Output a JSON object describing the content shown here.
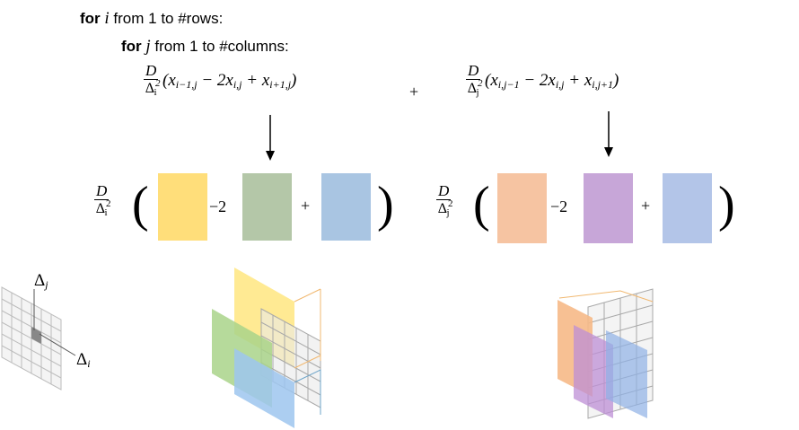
{
  "loops": {
    "outer": {
      "keyword": "for",
      "var": "i",
      "text": "from 1 to #rows:"
    },
    "inner": {
      "keyword": "for",
      "var": "j",
      "text": "from 1 to #columns:"
    }
  },
  "equation": {
    "left": {
      "num": "D",
      "den_base": "Δ",
      "den_sup": "2",
      "den_sub": "i",
      "body": "(x_{i−1,j} − 2x_{i,j} + x_{i+1,j})"
    },
    "plus": "+",
    "right": {
      "num": "D",
      "den_base": "Δ",
      "den_sup": "2",
      "den_sub": "j",
      "body": "(x_{i,j−1} − 2x_{i,j} + x_{i,j+1})"
    }
  },
  "stencil": {
    "minus2": "−2",
    "plus": "+",
    "left_colors": [
      "#FFDE7A",
      "#B4C7A8",
      "#A9C5E2"
    ],
    "right_colors": [
      "#F6C4A2",
      "#C7A6D8",
      "#B3C5E8"
    ]
  },
  "grid_labels": {
    "dj_base": "Δ",
    "dj_sub": "j",
    "di_base": "Δ",
    "di_sub": "i"
  }
}
